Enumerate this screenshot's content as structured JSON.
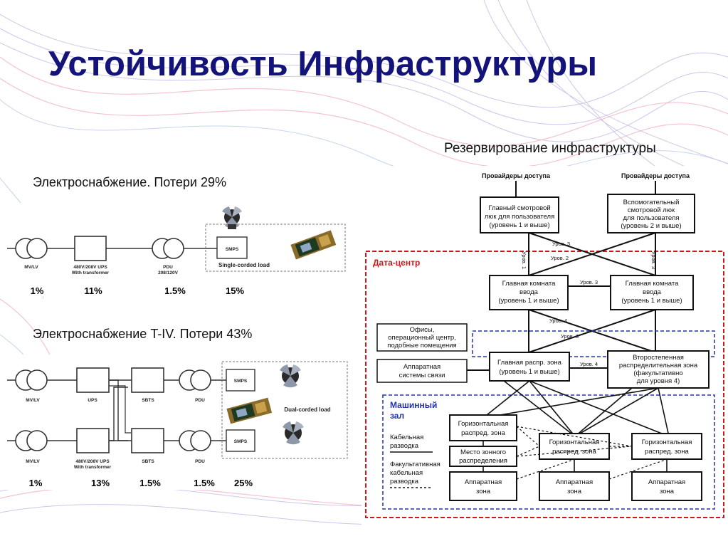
{
  "slide": {
    "title": "Устойчивость Инфраструктуры",
    "subtitle": "Резервирование инфраструктуры"
  },
  "power1": {
    "heading": "Электроснабжение. Потери 29%",
    "components": [
      "MV/LV",
      "480V/208V UPS",
      "With transformer",
      "PDU",
      "208/120V"
    ],
    "smps": "SMPS",
    "load": "Single-corded load",
    "losses": [
      "1%",
      "11%",
      "1.5%",
      "15%"
    ]
  },
  "power2": {
    "heading": "Электроснабжение T-IV. Потери 43%",
    "row1": [
      "MV/LV",
      "UPS",
      "SBTS",
      "PDU"
    ],
    "row2": [
      "MV/LV",
      "480V/208V UPS",
      "With transformer",
      "SBTS",
      "PDU"
    ],
    "smps": "SMPS",
    "load": "Dual-corded load",
    "losses": [
      "1%",
      "13%",
      "1.5%",
      "1.5%",
      "25%"
    ]
  },
  "dc": {
    "providers_left": "Провайдеры доступа",
    "providers_right": "Провайдеры доступа",
    "hatch_main": [
      "Главный смотровой",
      "люк для пользователя",
      "(уровень 1 и выше)"
    ],
    "hatch_aux": [
      "Вспомогательный",
      "смотровой люк",
      "для пользователя",
      "(уровень 2 и выше)"
    ],
    "datacenter": "Дата-центр",
    "entry_main": [
      "Главная комната",
      "ввода",
      "(уровень 1 и выше)"
    ],
    "entry_second": [
      "Главная комната",
      "ввода",
      "(уровень 1 и выше)"
    ],
    "offices": [
      "Офисы,",
      "операционный центр,",
      "подобные помещения"
    ],
    "telecom": [
      "Аппаратная",
      "системы связи"
    ],
    "mda": [
      "Главная распр. зона",
      "(уровень 1 и выше)"
    ],
    "sda": [
      "Второстепенная",
      "распределительная зона",
      "(факультативно",
      "для уровня 4)"
    ],
    "machine_hall": [
      "Машинный",
      "зал"
    ],
    "cabling": [
      "Кабельная",
      "разводка"
    ],
    "optional_cabling": [
      "Факультативная",
      "кабельная",
      "разводка"
    ],
    "hda": [
      "Горизонтальная",
      "распред. зона"
    ],
    "zone_point": [
      "Место зонного",
      "распределения"
    ],
    "equip": [
      "Аппаратная",
      "зона"
    ],
    "level3": "Уров. 3",
    "level2": "Уров. 2",
    "level4": "Уров. 4",
    "level1": "Уров. 1"
  }
}
